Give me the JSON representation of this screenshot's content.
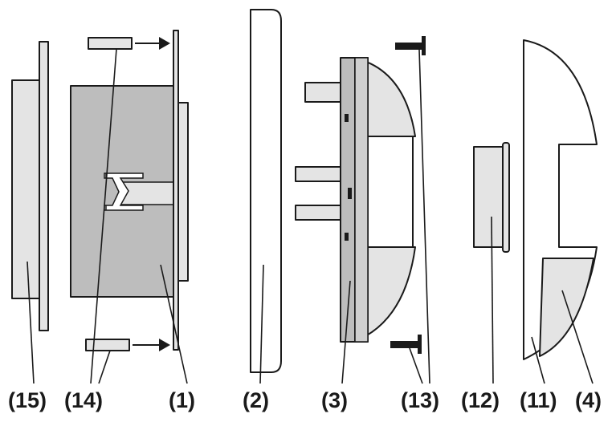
{
  "labels": {
    "p15": "(15)",
    "p14": "(14)",
    "p1": "(1)",
    "p2": "(2)",
    "p3": "(3)",
    "p13": "(13)",
    "p12": "(12)",
    "p11": "(11)",
    "p4": "(4)"
  },
  "colors": {
    "outline": "#1a1a1a",
    "light_fill": "#e4e4e4",
    "mid_fill": "#cfcfcf",
    "dark_fill": "#bdbdbd",
    "white_fill": "#ffffff",
    "background": "#ffffff"
  }
}
